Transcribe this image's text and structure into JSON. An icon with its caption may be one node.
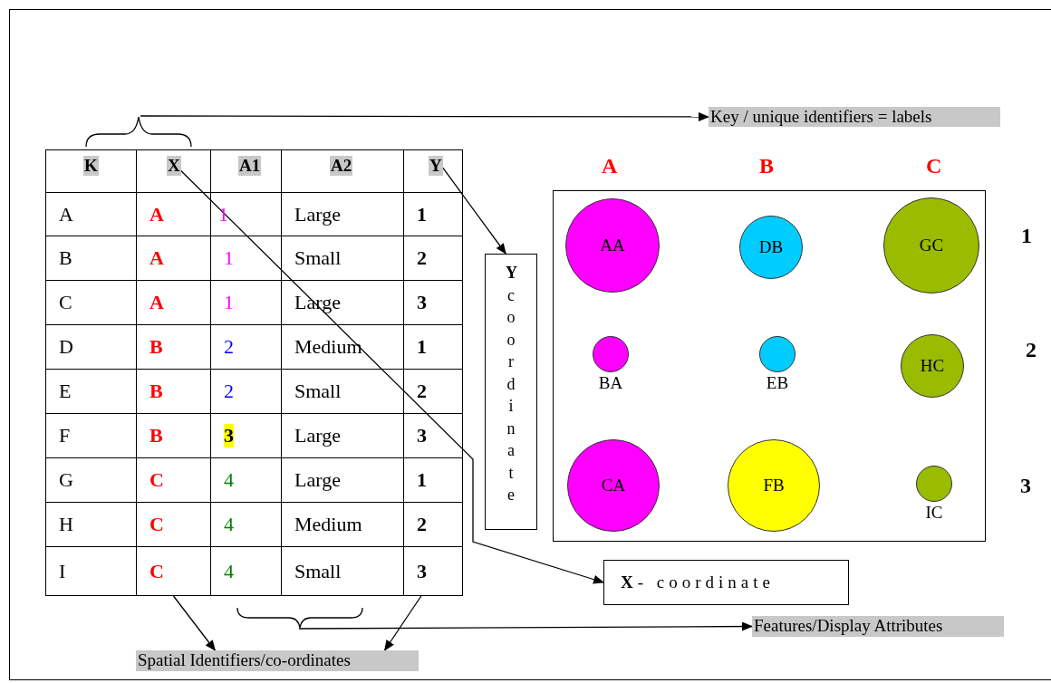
{
  "diagram": {
    "nodes": [
      {
        "text": [
          "Key / unique identifiers = labels"
        ]
      },
      {
        "text": [],
        "shape": "brace"
      },
      {
        "text": [
          "K"
        ]
      },
      {
        "text": [
          "X"
        ]
      },
      {
        "text": [
          "A1"
        ]
      },
      {
        "text": [
          "A2"
        ]
      },
      {
        "text": [
          "Y"
        ]
      },
      {
        "text": [],
        "shape": "box"
      },
      {
        "text": [
          "AA"
        ],
        "in": 7
      },
      {
        "text": [
          "DB"
        ],
        "in": 7
      },
      {
        "text": [
          "GC"
        ],
        "in": 7
      },
      {
        "text": [
          "BA"
        ],
        "in": 7
      },
      {
        "text": [
          "EB"
        ],
        "in": 7
      },
      {
        "text": [
          "HC"
        ],
        "in": 7
      },
      {
        "text": [
          "CA"
        ],
        "in": 7
      },
      {
        "text": [
          "FB"
        ],
        "in": 7
      },
      {
        "text": [
          "IC"
        ],
        "in": 7
      },
      {
        "text": [
          "**Y** coordinate"
        ]
      },
      {
        "text": [
          "C"
        ]
      },
      {
        "text": [
          "3"
        ]
      },
      {
        "text": [
          "**X**- coordinate"
        ]
      },
      {
        "text": [],
        "shape": "brace"
      },
      {
        "text": [
          "Features/Display Attributes"
        ]
      },
      {
        "text": [
          "Spatial Identifiers/co-ordinates"
        ]
      }
    ],
    "edges": [
      {
        "from": 1,
        "to": 0,
        "arrow": "to"
      },
      {
        "from": 6,
        "to": 17,
        "arrow": "to"
      },
      {
        "from": 3,
        "to": 20,
        "arrow": "to"
      },
      {
        "from": 18,
        "to": 23,
        "arrow": "to"
      },
      {
        "from": 19,
        "to": 23,
        "arrow": "to"
      },
      {
        "from": 21,
        "to": 22,
        "arrow": "to"
      }
    ],
    "labels": [
      "A",
      "A",
      "1",
      "Large",
      "1",
      "B",
      "A",
      "1",
      "Small",
      "2",
      "C",
      "A",
      "1",
      "Large",
      "3",
      "D",
      "B",
      "2",
      "Medium",
      "1",
      "E",
      "B",
      "2",
      "Small",
      "2",
      "F",
      "B",
      "3",
      "Large",
      "3",
      "G",
      "C",
      "4",
      "Large",
      "1",
      "H",
      "C",
      "4",
      "Medium",
      "2",
      "I",
      "4",
      "Small",
      "A",
      "B",
      "C",
      "1",
      "2",
      "3"
    ]
  }
}
